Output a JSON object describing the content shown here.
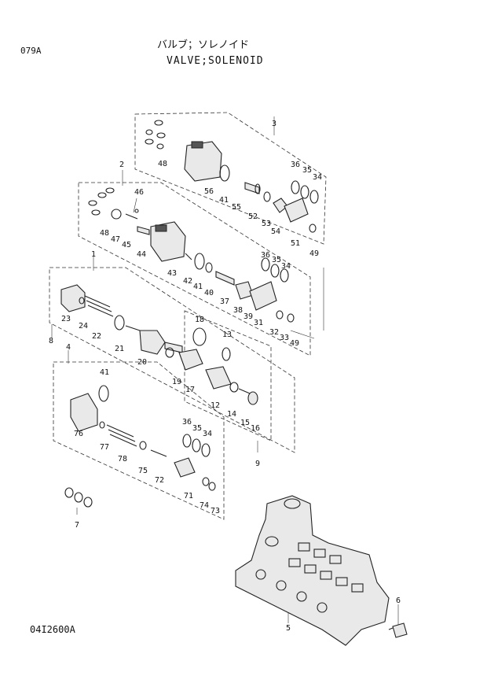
{
  "header": {
    "code": "079A",
    "title_jp": "バルブ；ソレノイド",
    "title_en": "VALVE;SOLENOID"
  },
  "footer": {
    "code": "04I2600A"
  },
  "callouts": {
    "c1": "1",
    "c2": "2",
    "c3": "3",
    "c4": "4",
    "c5": "5",
    "c6": "6",
    "c7": "7",
    "c8": "8",
    "c9": "9",
    "c12": "12",
    "c13": "13",
    "c14": "14",
    "c15": "15",
    "c16": "16",
    "c17": "17",
    "c18": "18",
    "c19": "19",
    "c20": "20",
    "c21": "21",
    "c22": "22",
    "c23": "23",
    "c24": "24",
    "c31": "31",
    "c32": "32",
    "c33": "33",
    "c34a": "34",
    "c34b": "34",
    "c34c": "34",
    "c35a": "35",
    "c35b": "35",
    "c35c": "35",
    "c36a": "36",
    "c36b": "36",
    "c36c": "36",
    "c37": "37",
    "c38": "38",
    "c39": "39",
    "c40": "40",
    "c41a": "41",
    "c41b": "41",
    "c41c": "41",
    "c42": "42",
    "c43": "43",
    "c44": "44",
    "c45": "45",
    "c46": "46",
    "c47": "47",
    "c48a": "48",
    "c48b": "48",
    "c49a": "49",
    "c49b": "49",
    "c51": "51",
    "c52": "52",
    "c53": "53",
    "c54": "54",
    "c55": "55",
    "c56": "56",
    "c71": "71",
    "c72": "72",
    "c73": "73",
    "c74": "74",
    "c75": "75",
    "c76": "76",
    "c77": "77",
    "c78": "78"
  }
}
